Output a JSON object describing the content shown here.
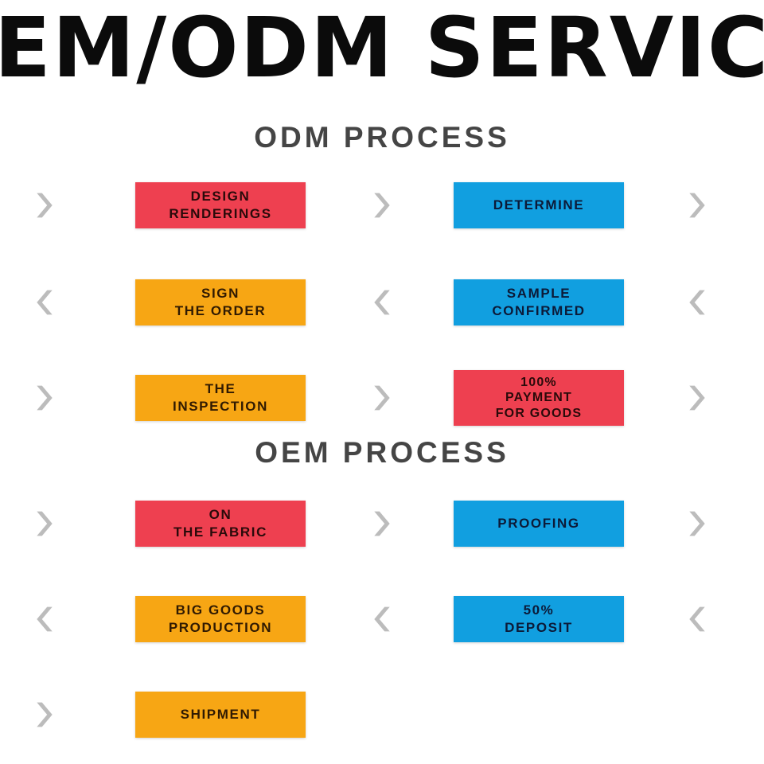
{
  "page": {
    "title_visible": "EM/ODM SERVIC",
    "title_full": "OEM/ODM SERVICE",
    "background": "#ffffff"
  },
  "colors": {
    "red": "#ee4050",
    "blue": "#119fe0",
    "orange": "#f7a614",
    "arrow_gray": "#bcbcbc",
    "heading_gray": "#454545",
    "title_black": "#0b0b0b"
  },
  "sections": [
    {
      "heading": "ODM PROCESS",
      "rows": [
        {
          "direction": "right",
          "items": [
            {
              "kind": "arrow",
              "icon": "chevron-right-icon",
              "direction": "right"
            },
            {
              "kind": "box",
              "color": "red",
              "lines": [
                "DESIGN",
                "RENDERINGS"
              ]
            },
            {
              "kind": "arrow",
              "icon": "chevron-right-icon",
              "direction": "right"
            },
            {
              "kind": "box",
              "color": "blue",
              "lines": [
                "DETERMINE"
              ]
            },
            {
              "kind": "arrow",
              "icon": "chevron-right-icon",
              "direction": "right"
            }
          ]
        },
        {
          "direction": "left",
          "items": [
            {
              "kind": "arrow",
              "icon": "chevron-left-icon",
              "direction": "left"
            },
            {
              "kind": "box",
              "color": "orange",
              "lines": [
                "SIGN",
                "THE ORDER"
              ]
            },
            {
              "kind": "arrow",
              "icon": "chevron-left-icon",
              "direction": "left"
            },
            {
              "kind": "box",
              "color": "blue",
              "lines": [
                "SAMPLE",
                "CONFIRMED"
              ]
            },
            {
              "kind": "arrow",
              "icon": "chevron-left-icon",
              "direction": "left"
            }
          ]
        },
        {
          "direction": "right",
          "items": [
            {
              "kind": "arrow",
              "icon": "chevron-right-icon",
              "direction": "right"
            },
            {
              "kind": "box",
              "color": "orange",
              "lines": [
                "THE",
                "INSPECTION"
              ]
            },
            {
              "kind": "arrow",
              "icon": "chevron-right-icon",
              "direction": "right"
            },
            {
              "kind": "box",
              "color": "red",
              "lines": [
                "100%",
                "PAYMENT",
                "FOR GOODS"
              ]
            },
            {
              "kind": "arrow",
              "icon": "chevron-right-icon",
              "direction": "right"
            }
          ]
        }
      ]
    },
    {
      "heading": "OEM PROCESS",
      "rows": [
        {
          "direction": "right",
          "items": [
            {
              "kind": "arrow",
              "icon": "chevron-right-icon",
              "direction": "right"
            },
            {
              "kind": "box",
              "color": "red",
              "lines": [
                "ON",
                "THE FABRIC"
              ]
            },
            {
              "kind": "arrow",
              "icon": "chevron-right-icon",
              "direction": "right"
            },
            {
              "kind": "box",
              "color": "blue",
              "lines": [
                "PROOFING"
              ]
            },
            {
              "kind": "arrow",
              "icon": "chevron-right-icon",
              "direction": "right"
            }
          ]
        },
        {
          "direction": "left",
          "items": [
            {
              "kind": "arrow",
              "icon": "chevron-left-icon",
              "direction": "left"
            },
            {
              "kind": "box",
              "color": "orange",
              "lines": [
                "BIG GOODS",
                "PRODUCTION"
              ]
            },
            {
              "kind": "arrow",
              "icon": "chevron-left-icon",
              "direction": "left"
            },
            {
              "kind": "box",
              "color": "blue",
              "lines": [
                "50%",
                "DEPOSIT"
              ]
            },
            {
              "kind": "arrow",
              "icon": "chevron-left-icon",
              "direction": "left"
            }
          ]
        },
        {
          "direction": "right",
          "items": [
            {
              "kind": "arrow",
              "icon": "chevron-right-icon",
              "direction": "right"
            },
            {
              "kind": "box",
              "color": "orange",
              "lines": [
                "SHIPMENT"
              ]
            },
            {
              "kind": "empty"
            },
            {
              "kind": "empty"
            },
            {
              "kind": "empty"
            }
          ]
        }
      ]
    }
  ],
  "row_tops": [
    210,
    332,
    452,
    610,
    730,
    850
  ]
}
